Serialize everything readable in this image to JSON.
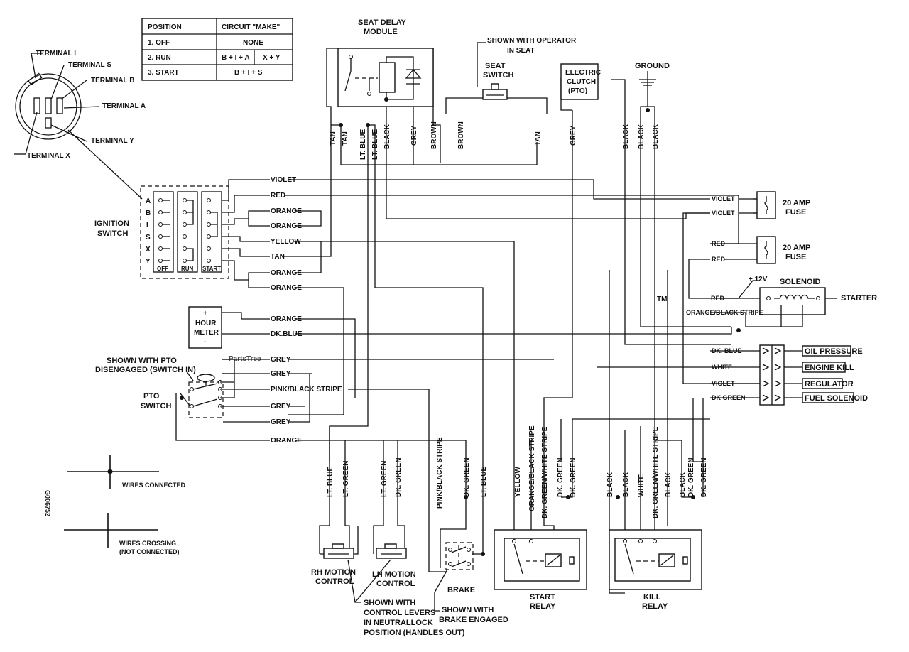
{
  "watermark": "PartsTree",
  "watermark_tm": "TM",
  "figure_id": "G006752",
  "position_table": {
    "headers": [
      "POSITION",
      "CIRCUIT \"MAKE\""
    ],
    "rows": [
      {
        "position": "1. OFF",
        "make": "NONE",
        "make2": ""
      },
      {
        "position": "2. RUN",
        "make": "B + I + A",
        "make2": "X + Y"
      },
      {
        "position": "3. START",
        "make": "B + I + S",
        "make2": ""
      }
    ]
  },
  "terminal_labels": [
    "TERMINAL I",
    "TERMINAL S",
    "TERMINAL B",
    "TERMINAL A",
    "TERMINAL Y",
    "TERMINAL X"
  ],
  "ignition_switch": {
    "title_line1": "IGNITION",
    "title_line2": "SWITCH",
    "rows": [
      "A",
      "B",
      "I",
      "S",
      "X",
      "Y"
    ],
    "positions": [
      "OFF",
      "RUN",
      "START"
    ]
  },
  "seat_delay_module": {
    "line1": "SEAT DELAY",
    "line2": "MODULE"
  },
  "seat_switch": {
    "line1": "SEAT",
    "line2": "SWITCH",
    "note_line1": "SHOWN WITH OPERATOR",
    "note_line2": "IN SEAT"
  },
  "electric_clutch": {
    "line1": "ELECTRIC",
    "line2": "CLUTCH",
    "line3": "(PTO)"
  },
  "ground": "GROUND",
  "top_wire_labels": [
    "TAN",
    "TAN",
    "LT. BLUE",
    "LT. BLUE",
    "BLACK",
    "GREY",
    "BROWN",
    "BROWN",
    "TAN",
    "GREY",
    "BLACK",
    "BLACK",
    "BLACK"
  ],
  "ignition_wire_labels": [
    "VIOLET",
    "RED",
    "ORANGE",
    "ORANGE",
    "YELLOW",
    "TAN",
    "ORANGE",
    "ORANGE",
    "ORANGE",
    "DK.BLUE"
  ],
  "hour_meter": {
    "plus": "+",
    "line1": "HOUR",
    "line2": "METER",
    "minus": "-"
  },
  "pto_switch": {
    "note_line1": "SHOWN WITH PTO",
    "note_line2": "DISENGAGED (SWITCH IN)",
    "line1": "PTO",
    "line2": "SWITCH"
  },
  "pto_wire_labels": [
    "GREY",
    "GREY",
    "PINK/BLACK STRIPE",
    "GREY",
    "GREY",
    "ORANGE"
  ],
  "fuse1": {
    "wires": [
      "VIOLET",
      "VIOLET"
    ],
    "line1": "20 AMP",
    "line2": "FUSE"
  },
  "fuse2": {
    "wires": [
      "RED",
      "RED"
    ],
    "line1": "20 AMP",
    "line2": "FUSE"
  },
  "solenoid": {
    "title": "SOLENOID",
    "plus12": "+ 12V",
    "red_label": "RED",
    "starter": "STARTER",
    "orange_label": "ORANGE/BLACK STRIPE"
  },
  "connector": {
    "wires": [
      "DK. BLUE",
      "WHITE",
      "VIOLET",
      "DK GREEN"
    ],
    "labels": [
      "OIL PRESSURE",
      "ENGINE KILL",
      "REGULATOR",
      "FUEL SOLENOID"
    ]
  },
  "bottom_wire_labels": [
    "LT. BLUE",
    "LT. GREEN",
    "LT. GREEN",
    "DK. GREEN",
    "PINK/BLACK STRIPE",
    "DK. GREEN",
    "LT. BLUE",
    "YELLOW",
    "ORANGE/BLACK STRIPE",
    "DK. GREEN/WHITE STRIPE",
    "DK. GREEN",
    "DK. GREEN",
    "BLACK",
    "BLACK",
    "WHITE",
    "DK. GREEN/WHITE STRIPE",
    "BLACK",
    "BLACK",
    "DK. GREEN",
    "DK. GREEN"
  ],
  "rh_motion": {
    "line1": "RH MOTION",
    "line2": "CONTROL"
  },
  "lh_motion": {
    "line1": "LH MOTION",
    "line2": "CONTROL"
  },
  "motion_note": [
    "SHOWN WITH",
    "CONTROL LEVERS",
    "IN NEUTRALLOCK",
    "POSITION (HANDLES OUT)"
  ],
  "brake": {
    "title": "BRAKE",
    "note_line1": "SHOWN WITH",
    "note_line2": "BRAKE ENGAGED"
  },
  "start_relay": {
    "line1": "START",
    "line2": "RELAY"
  },
  "kill_relay": {
    "line1": "KILL",
    "line2": "RELAY"
  },
  "legend": {
    "connected": "WIRES CONNECTED",
    "crossing_line1": "WIRES CROSSING",
    "crossing_line2": "(NOT CONNECTED)"
  }
}
